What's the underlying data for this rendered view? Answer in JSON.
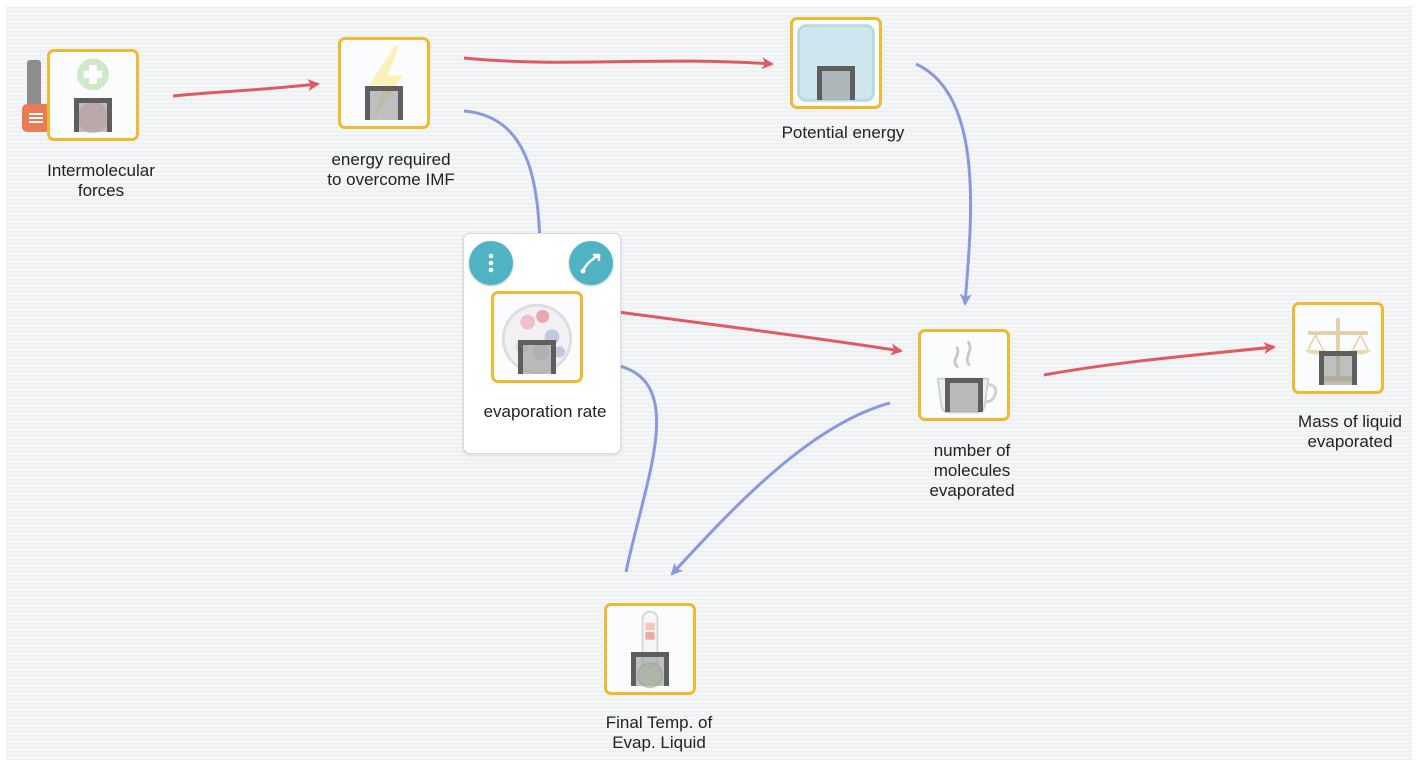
{
  "nodes": [
    {
      "id": "intermolecular",
      "label_line1": "Intermolecular",
      "label_line2": "forces",
      "icon": "opposite-charges-icon"
    },
    {
      "id": "energy",
      "label_line1": "energy required",
      "label_line2": "to overcome IMF",
      "icon": "lightning-bolt-icon"
    },
    {
      "id": "potential",
      "label_line1": "Potential energy",
      "label_line2": "",
      "icon": "container-icon"
    },
    {
      "id": "evaporation",
      "label_line1": "evaporation rate",
      "label_line2": "",
      "icon": "molecules-flask-icon"
    },
    {
      "id": "molecules",
      "label_line1": "number of",
      "label_line2": "molecules",
      "label_line3": "evaporated",
      "icon": "steaming-cup-icon"
    },
    {
      "id": "mass",
      "label_line1": "Mass of liquid",
      "label_line2": "evaporated",
      "icon": "balance-scale-icon"
    },
    {
      "id": "temp",
      "label_line1": "Final Temp. of",
      "label_line2": "Evap. Liquid",
      "icon": "thermometer-icon"
    }
  ],
  "links": [
    {
      "from": "intermolecular",
      "to": "energy",
      "type": "increase",
      "color": "#e05a63"
    },
    {
      "from": "energy",
      "to": "potential",
      "type": "increase",
      "color": "#e05a63"
    },
    {
      "from": "energy",
      "to": "evaporation",
      "type": "decrease",
      "color": "#8a99dc"
    },
    {
      "from": "potential",
      "to": "molecules",
      "type": "decrease",
      "color": "#8a99dc"
    },
    {
      "from": "evaporation",
      "to": "molecules",
      "type": "increase",
      "color": "#e05a63"
    },
    {
      "from": "molecules",
      "to": "mass",
      "type": "increase",
      "color": "#e05a63"
    },
    {
      "from": "molecules",
      "to": "temp",
      "type": "decrease",
      "color": "#8a99dc"
    },
    {
      "from": "temp",
      "to": "evaporation",
      "type": "decrease",
      "color": "#8a99dc"
    }
  ],
  "selected_node_actions": [
    "more-options-button",
    "draw-relationship-button"
  ],
  "colors": {
    "tile_border": "#f1b932",
    "increase_link": "#e05a63",
    "decrease_link": "#8a99dc",
    "action_button": "#4fb3c4",
    "slider_handle": "#e97c55"
  }
}
